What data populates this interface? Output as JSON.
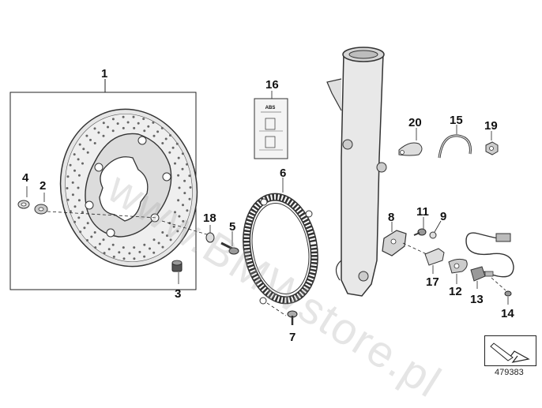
{
  "watermark": "www.BMWstore.pl",
  "reference_number": "479383",
  "abs_label_text": "ABS",
  "callouts": {
    "c1": "1",
    "c2": "2",
    "c3": "3",
    "c4": "4",
    "c5": "5",
    "c6": "6",
    "c7": "7",
    "c8": "8",
    "c9": "9",
    "c11": "11",
    "c12": "12",
    "c13": "13",
    "c14": "14",
    "c15": "15",
    "c16": "16",
    "c17": "17",
    "c18": "18",
    "c19": "19",
    "c20": "20"
  }
}
